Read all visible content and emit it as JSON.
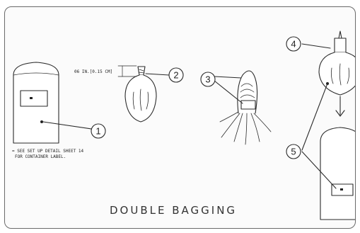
{
  "diagram": {
    "title": "DOUBLE BAGGING",
    "dimension_label": "06 IN.[0.15 CM]",
    "note_line1": "= SEE SET UP DETAIL SHEET 14",
    "note_line2": "FOR CONTAINER LABEL.",
    "callouts": [
      "1",
      "2",
      "3",
      "4",
      "5"
    ]
  }
}
